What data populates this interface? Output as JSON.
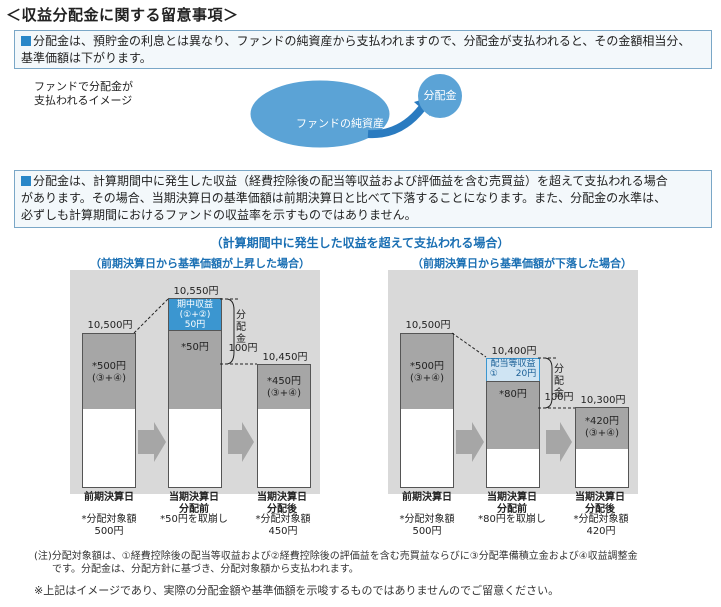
{
  "title": "＜収益分配金に関する留意事項＞",
  "box1": {
    "line1": "分配金は、預貯金の利息とは異なり、ファンドの純資産から支払われますので、分配金が支払われると、その金額相当分、",
    "line2": "基準価額は下がります。"
  },
  "image1": {
    "caption_line1": "ファンドで分配金が",
    "caption_line2": "支払われるイメージ",
    "net_assets": "ファンドの純資産",
    "distribution": "分配金"
  },
  "box2": {
    "line1": "分配金は、計算期間中に発生した収益（経費控除後の配当等収益および評価益を含む売買益）を超えて支払われる場合",
    "line2": "があります。その場合、当期決算日の基準価額は前期決算日と比べて下落することになります。また、分配金の水準は、",
    "line3": "必ずしも計算期間におけるファンドの収益率を示すものではありません。"
  },
  "main_heading": "（計算期間中に発生した収益を超えて支払われる場合）",
  "left": {
    "heading": "（前期決算日から基準価額が上昇した場合）",
    "bar1_value": "10,500円",
    "bar1_inner1": "*500円",
    "bar1_inner2": "(③+④)",
    "bar2_value": "10,550円",
    "bar2_income1": "期中収益",
    "bar2_income2": "(①+②)",
    "bar2_income3": "50円",
    "bar2_mid": "*50円",
    "dist1": "分",
    "dist2": "配",
    "dist3": "金",
    "dist4": "100円",
    "bar3_value": "10,450円",
    "bar3_inner1": "*450円",
    "bar3_inner2": "(③+④)",
    "lbl1": "前期決算日",
    "lbl2a": "当期決算日",
    "lbl2b": "分配前",
    "lbl3a": "当期決算日",
    "lbl3b": "分配後",
    "sub1a": "*分配対象額",
    "sub1b": "500円",
    "sub2": "*50円を取崩し",
    "sub3a": "*分配対象額",
    "sub3b": "450円"
  },
  "right": {
    "heading": "（前期決算日から基準価額が下落した場合）",
    "bar1_value": "10,500円",
    "bar1_inner1": "*500円",
    "bar1_inner2": "(③+④)",
    "bar2_value": "10,400円",
    "bar2_income1": "配当等収益",
    "bar2_income2": "①　　20円",
    "bar2_mid": "*80円",
    "dist1": "分",
    "dist2": "配",
    "dist3": "金",
    "dist4": "100円",
    "bar3_value": "10,300円",
    "bar3_inner1": "*420円",
    "bar3_inner2": "(③+④)",
    "lbl1": "前期決算日",
    "lbl2a": "当期決算日",
    "lbl2b": "分配前",
    "lbl3a": "当期決算日",
    "lbl3b": "分配後",
    "sub1a": "*分配対象額",
    "sub1b": "500円",
    "sub2": "*80円を取崩し",
    "sub3a": "*分配対象額",
    "sub3b": "420円"
  },
  "footnote1a": "(注)分配対象額は、①経費控除後の配当等収益および②経費控除後の評価益を含む売買益ならびに③分配準備積立金および④収益調整金",
  "footnote1b": "です。分配金は、分配方針に基づき、分配対象額から支払われます。",
  "footnote2": "※上記はイメージであり、実際の分配金額や基準価額を示唆するものではありませんのでご留意ください。",
  "colors": {
    "accent": "#2a87c8",
    "bar_gray": "#a6a6a6",
    "panel_gray": "#d9d9d9",
    "income_blue": "#3b96d0",
    "income_light": "#cfe4f3"
  }
}
